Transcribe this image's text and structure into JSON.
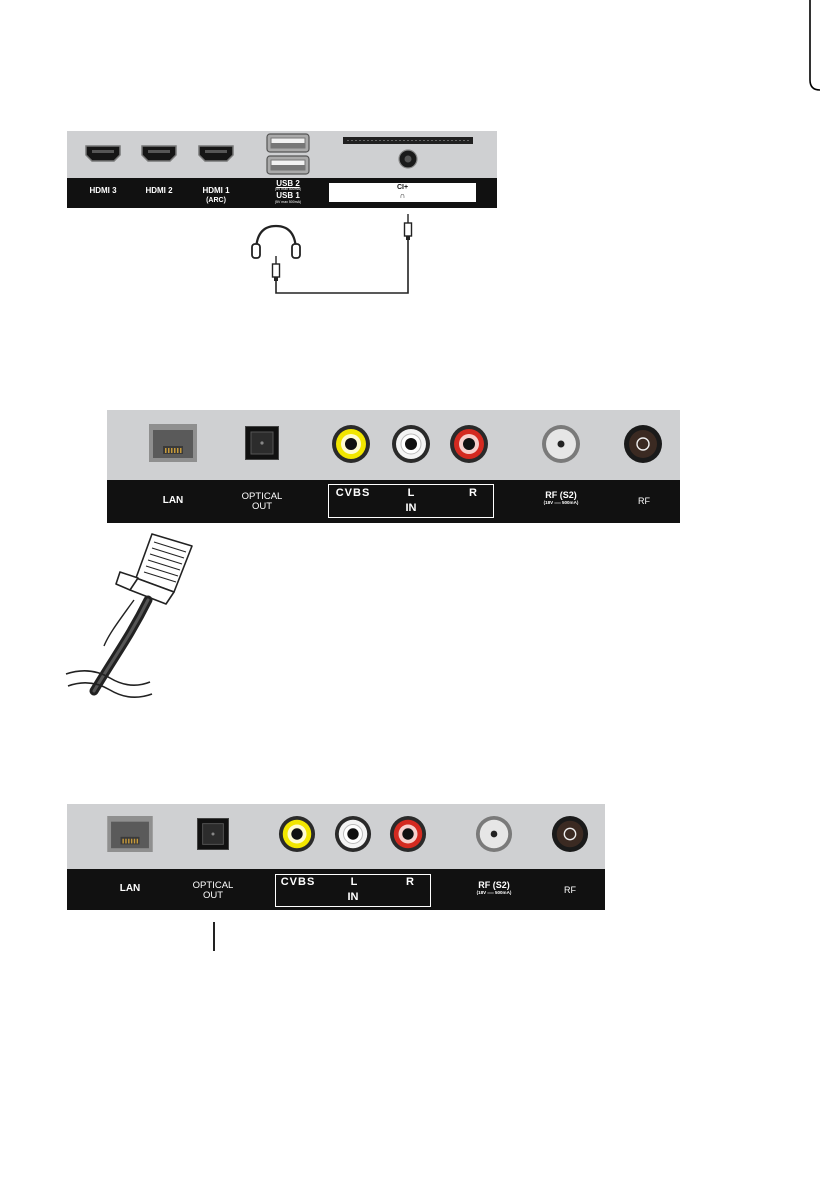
{
  "panel1": {
    "hdmi3": "HDMI 3",
    "hdmi2": "HDMI 2",
    "hdmi1": "HDMI 1",
    "hdmi1_sub": "(ARC)",
    "usb2": "USB 2",
    "usb2_sub": "(5V max 500mA)",
    "usb1": "USB 1",
    "usb1_sub": "(5V max 500mA)",
    "ci": "CI+",
    "headphone_symbol": "∩"
  },
  "panel2": {
    "lan": "LAN",
    "optical_line1": "OPTICAL",
    "optical_line2": "OUT",
    "cvbs": "CVBS",
    "l": "L",
    "r": "R",
    "in": "IN",
    "rf_s2": "RF (S2)",
    "rf_s2_sub": "(18V ══ 500mA)",
    "rf": "RF"
  },
  "panel3": {
    "lan": "LAN",
    "optical_line1": "OPTICAL",
    "optical_line2": "OUT",
    "cvbs": "CVBS",
    "l": "L",
    "r": "R",
    "in": "IN",
    "rf_s2": "RF (S2)",
    "rf_s2_sub": "(18V ══ 500mA)",
    "rf": "RF"
  },
  "colors": {
    "panel_grey": "#cfd0d2",
    "label_bar": "#111111",
    "yellow_jack": "#f2e600",
    "red_jack": "#d42a20",
    "white_jack": "#ffffff"
  }
}
